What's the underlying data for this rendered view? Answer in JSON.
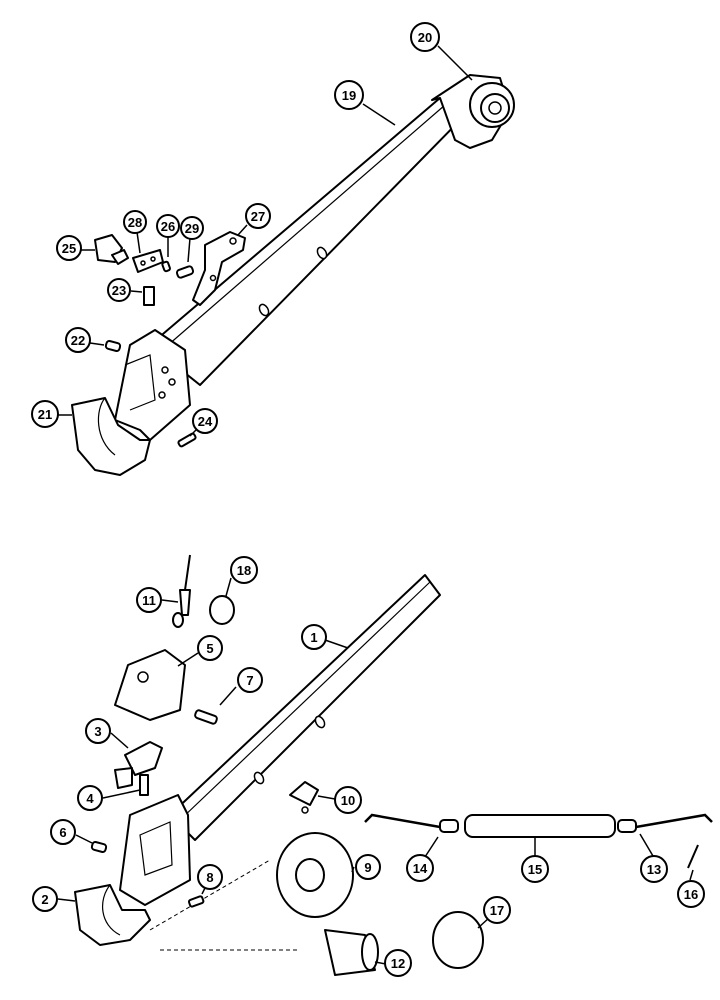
{
  "callouts": [
    {
      "id": "c20",
      "label": "20"
    },
    {
      "id": "c19",
      "label": "19"
    },
    {
      "id": "c28",
      "label": "28"
    },
    {
      "id": "c26",
      "label": "26"
    },
    {
      "id": "c29",
      "label": "29"
    },
    {
      "id": "c27",
      "label": "27"
    },
    {
      "id": "c25",
      "label": "25"
    },
    {
      "id": "c23",
      "label": "23"
    },
    {
      "id": "c22",
      "label": "22"
    },
    {
      "id": "c21",
      "label": "21"
    },
    {
      "id": "c24",
      "label": "24"
    },
    {
      "id": "c18",
      "label": "18"
    },
    {
      "id": "c11",
      "label": "11"
    },
    {
      "id": "c1",
      "label": "1"
    },
    {
      "id": "c5",
      "label": "5"
    },
    {
      "id": "c7",
      "label": "7"
    },
    {
      "id": "c3",
      "label": "3"
    },
    {
      "id": "c4",
      "label": "4"
    },
    {
      "id": "c10",
      "label": "10"
    },
    {
      "id": "c6",
      "label": "6"
    },
    {
      "id": "c14",
      "label": "14"
    },
    {
      "id": "c15",
      "label": "15"
    },
    {
      "id": "c13",
      "label": "13"
    },
    {
      "id": "c16",
      "label": "16"
    },
    {
      "id": "c9",
      "label": "9"
    },
    {
      "id": "c2",
      "label": "2"
    },
    {
      "id": "c8",
      "label": "8"
    },
    {
      "id": "c17",
      "label": "17"
    },
    {
      "id": "c12",
      "label": "12"
    }
  ]
}
